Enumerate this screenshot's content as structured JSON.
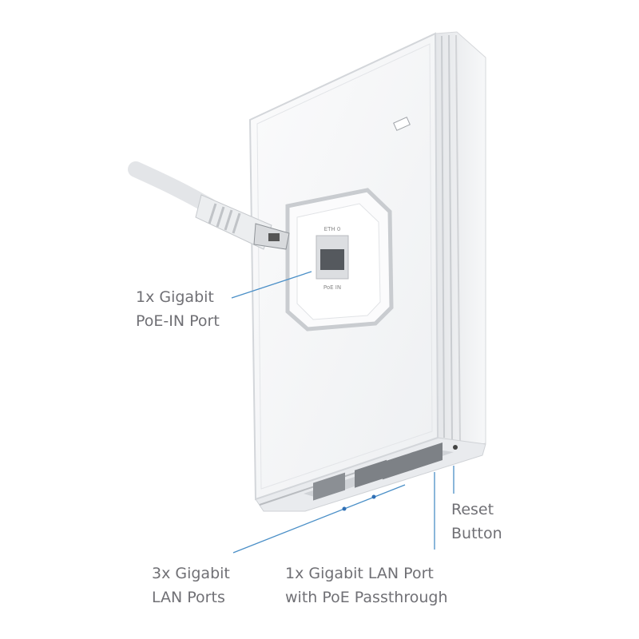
{
  "colors": {
    "leader_line": "#4a8fc7",
    "label_text": "#707075",
    "device_body": "#f4f5f7"
  },
  "device": {
    "port_label_top": "ETH 0",
    "port_label_bottom": "PoE IN"
  },
  "callouts": [
    {
      "id": "poe-in",
      "line1": "1x Gigabit",
      "line2": "PoE-IN Port"
    },
    {
      "id": "lan-ports",
      "line1": "3x Gigabit",
      "line2": "LAN Ports"
    },
    {
      "id": "lan-poe-passthrough",
      "line1": "1x Gigabit LAN Port",
      "line2": "with PoE Passthrough"
    },
    {
      "id": "reset-button",
      "line1": "Reset",
      "line2": "Button"
    }
  ]
}
